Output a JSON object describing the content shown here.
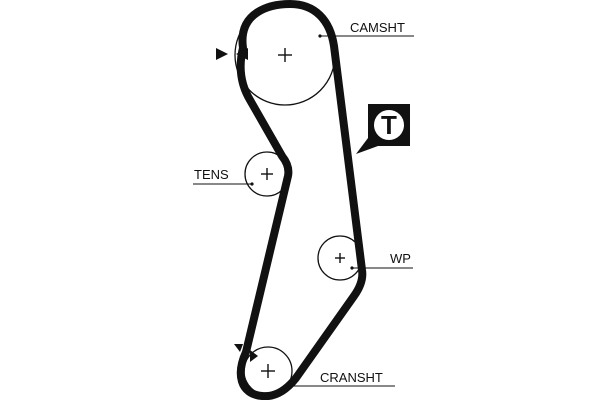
{
  "labels": {
    "camshaft": "CAMSHT",
    "tensioner": "TENS",
    "water_pump": "WP",
    "crankshaft": "CRANSHT"
  },
  "badge": {
    "letter": "T"
  },
  "colors": {
    "belt": "#111111",
    "pulley_outline": "#111111",
    "badge_fill": "#111111",
    "badge_letter_bg": "#ffffff"
  },
  "icons": [
    "crosshair-icon",
    "direction-arrow-icon",
    "timing-mark-icon"
  ]
}
